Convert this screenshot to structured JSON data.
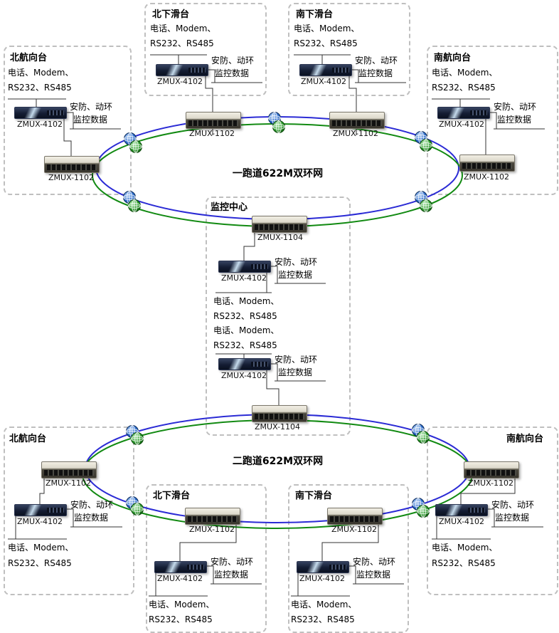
{
  "rings": {
    "ring1_label": "一跑道622M双环网",
    "ring2_label": "二跑道622M双环网"
  },
  "stations": {
    "r1_north_glide": "北下滑台",
    "r1_south_glide": "南下滑台",
    "r1_north_course": "北航向台",
    "r1_south_course": "南航向台",
    "control_center": "监控中心",
    "r2_north_course": "北航向台",
    "r2_south_course": "南航向台",
    "r2_north_glide": "北下滑台",
    "r2_south_glide": "南下滑台"
  },
  "labels": {
    "phone_line1": "电话、Modem、",
    "phone_line2": "RS232、RS485",
    "monitor_line1": "安防、动环",
    "monitor_line2": "监控数据"
  },
  "devices": {
    "zmux1102": "ZMUX-1102",
    "zmux1104": "ZMUX-1104",
    "zmux4102": "ZMUX-4102"
  },
  "colors": {
    "ring_blue": "#2b2bd5",
    "ring_green": "#128a12"
  }
}
